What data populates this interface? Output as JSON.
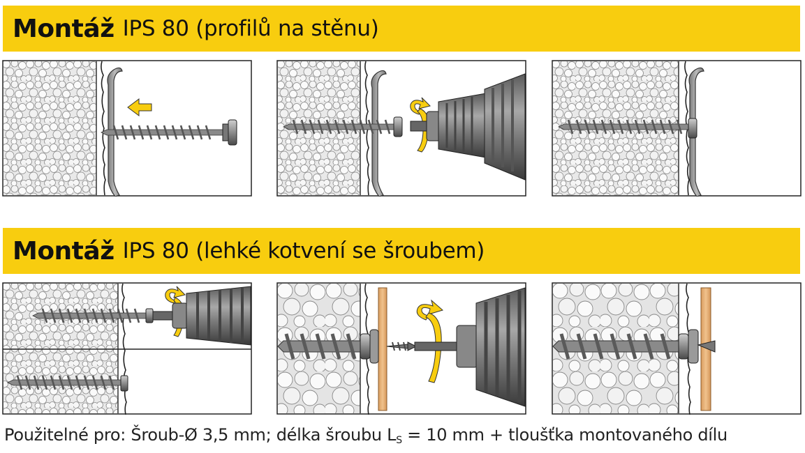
{
  "section1": {
    "title_bold": "Montáž",
    "title_rest": "IPS 80 (profilů na stěnu)"
  },
  "section2": {
    "title_bold": "Montáž",
    "title_rest": "IPS 80 (lehké kotvení se šroubem)"
  },
  "footer": {
    "text_a": "Použitelné pro: Šroub-Ø 3,5 mm; délka šroubu L",
    "subscript": "S",
    "text_b": " = 10 mm + tloušťka montovaného dílu"
  },
  "colors": {
    "banner": "#f8cd0f",
    "arrow": "#f8cd0f",
    "wood": "#e7b27a",
    "metal": "#9a9a9a",
    "insulation": "#e4e4e4"
  },
  "icons": [
    "insulation-pattern",
    "profile-bracket",
    "screw",
    "drill",
    "rotation-arrow",
    "direction-arrow",
    "wood-batten"
  ]
}
